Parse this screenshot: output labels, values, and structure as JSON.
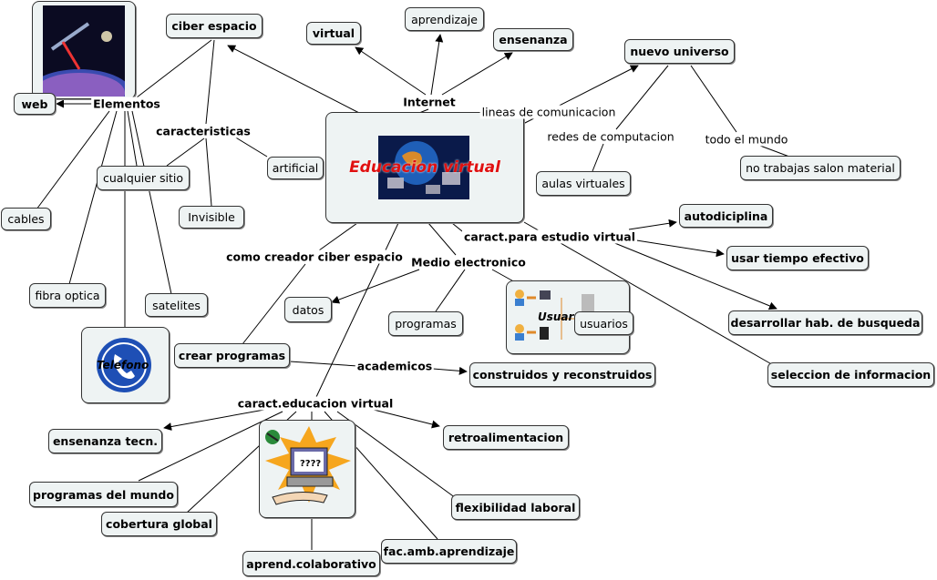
{
  "central": {
    "title": "Educacion virtual",
    "color": "#e01010"
  },
  "image_labels": {
    "telefono": "Telefono",
    "usuarios_img": "Usuar"
  },
  "nodes": {
    "web": "web",
    "ciber_espacio": "ciber espacio",
    "virtual": "virtual",
    "aprendizaje": "aprendizaje",
    "ensenanza": "ensenanza",
    "nuevo_universo": "nuevo universo",
    "artificial": "artificial",
    "cualquier_sitio": "cualquier sitio",
    "invisible": "Invisible",
    "cables": "cables",
    "fibra_optica": "fibra optica",
    "satelites": "satelites",
    "aulas_virtuales": "aulas virtuales",
    "no_trabajas": "no trabajas salon material",
    "autodiciplina": "autodiciplina",
    "usar_tiempo": "usar tiempo efectivo",
    "desarrollar": "desarrollar hab. de busqueda",
    "seleccion": "seleccion de informacion",
    "datos": "datos",
    "programas": "programas",
    "usuarios": "usuarios",
    "crear_programas": "crear programas",
    "construidos": "construidos y reconstruidos",
    "ensenanza_tecn": "ensenanza tecn.",
    "retroalimentacion": "retroalimentacion",
    "programas_mundo": "programas del mundo",
    "cobertura": "cobertura global",
    "flexibilidad": "flexibilidad laboral",
    "aprend_colab": "aprend.colaborativo",
    "fac_amb": "fac.amb.aprendizaje"
  },
  "links": {
    "elementos": "Elementos",
    "caracteristicas": "caracteristicas",
    "internet": "Internet",
    "lineas": "lineas de comunicacion",
    "redes": "redes  de computacion",
    "todo_mundo": "todo el mundo",
    "caract_estudio": "caract.para estudio virtual",
    "como_creador": "como creador ciber espacio",
    "medio": "Medio electronico",
    "academicos": "academicos",
    "caract_educacion": "caract.educacion virtual"
  }
}
